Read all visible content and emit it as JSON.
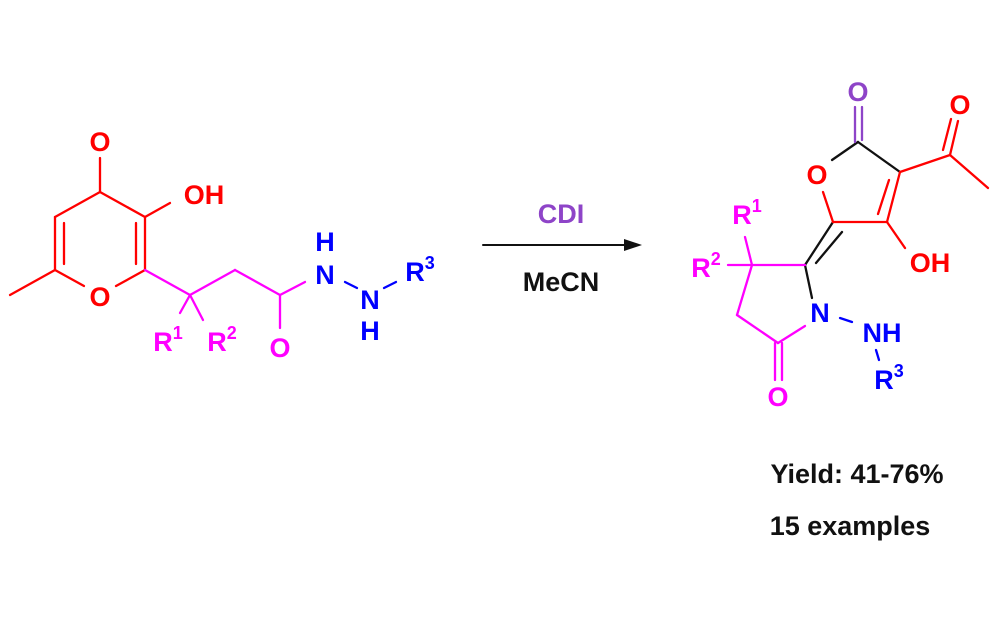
{
  "reactant": {
    "carbonyl_o": "O",
    "hydroxyl": "OH",
    "ring_o": "O",
    "r1": "R",
    "r1_sup": "1",
    "r2": "R",
    "r2_sup": "2",
    "amide_o": "O",
    "n1": "N",
    "n1_h": "H",
    "n2": "N",
    "n2_h": "H",
    "r3": "R",
    "r3_sup": "3"
  },
  "conditions": {
    "reagent": "CDI",
    "solvent": "MeCN"
  },
  "product": {
    "lactone_o": "O",
    "ring_o": "O",
    "acetyl_o": "O",
    "hydroxyl": "OH",
    "r1": "R",
    "r1_sup": "1",
    "r2": "R",
    "r2_sup": "2",
    "n": "N",
    "nh": "NH",
    "r3": "R",
    "r3_sup": "3",
    "lactam_o": "O"
  },
  "summary": {
    "yield": "Yield: 41-76%",
    "examples": "15 examples"
  },
  "colors": {
    "red": "#ff0000",
    "magenta": "#ff00ff",
    "blue": "#0000ff",
    "purple": "#8e44c8",
    "black": "#111111"
  }
}
